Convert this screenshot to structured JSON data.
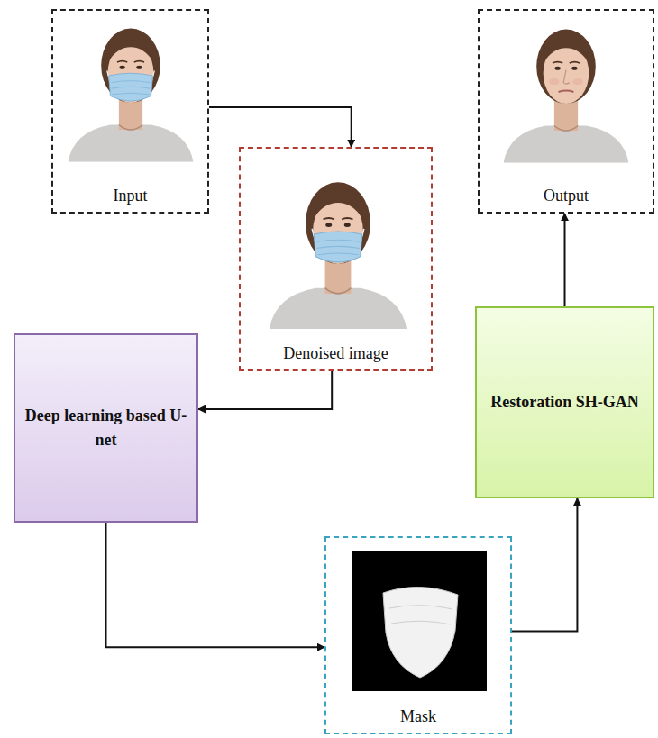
{
  "diagram": {
    "nodes": [
      {
        "text": [
          "Input"
        ]
      },
      {
        "text": [
          "Output"
        ]
      },
      {
        "text": [
          "Denoised image"
        ]
      },
      {
        "text": [
          "Deep learning based U-net"
        ]
      },
      {
        "text": [
          "Restoration SH-GAN"
        ]
      },
      {
        "text": [
          "Mask"
        ]
      }
    ],
    "edges": [
      {
        "from": 0,
        "to": 2,
        "arrow": "to"
      },
      {
        "from": 2,
        "to": 3,
        "arrow": "to"
      },
      {
        "from": 3,
        "to": 5,
        "arrow": "to"
      },
      {
        "from": 5,
        "to": 4,
        "arrow": "to"
      },
      {
        "from": 4,
        "to": 1,
        "arrow": "to"
      }
    ]
  }
}
